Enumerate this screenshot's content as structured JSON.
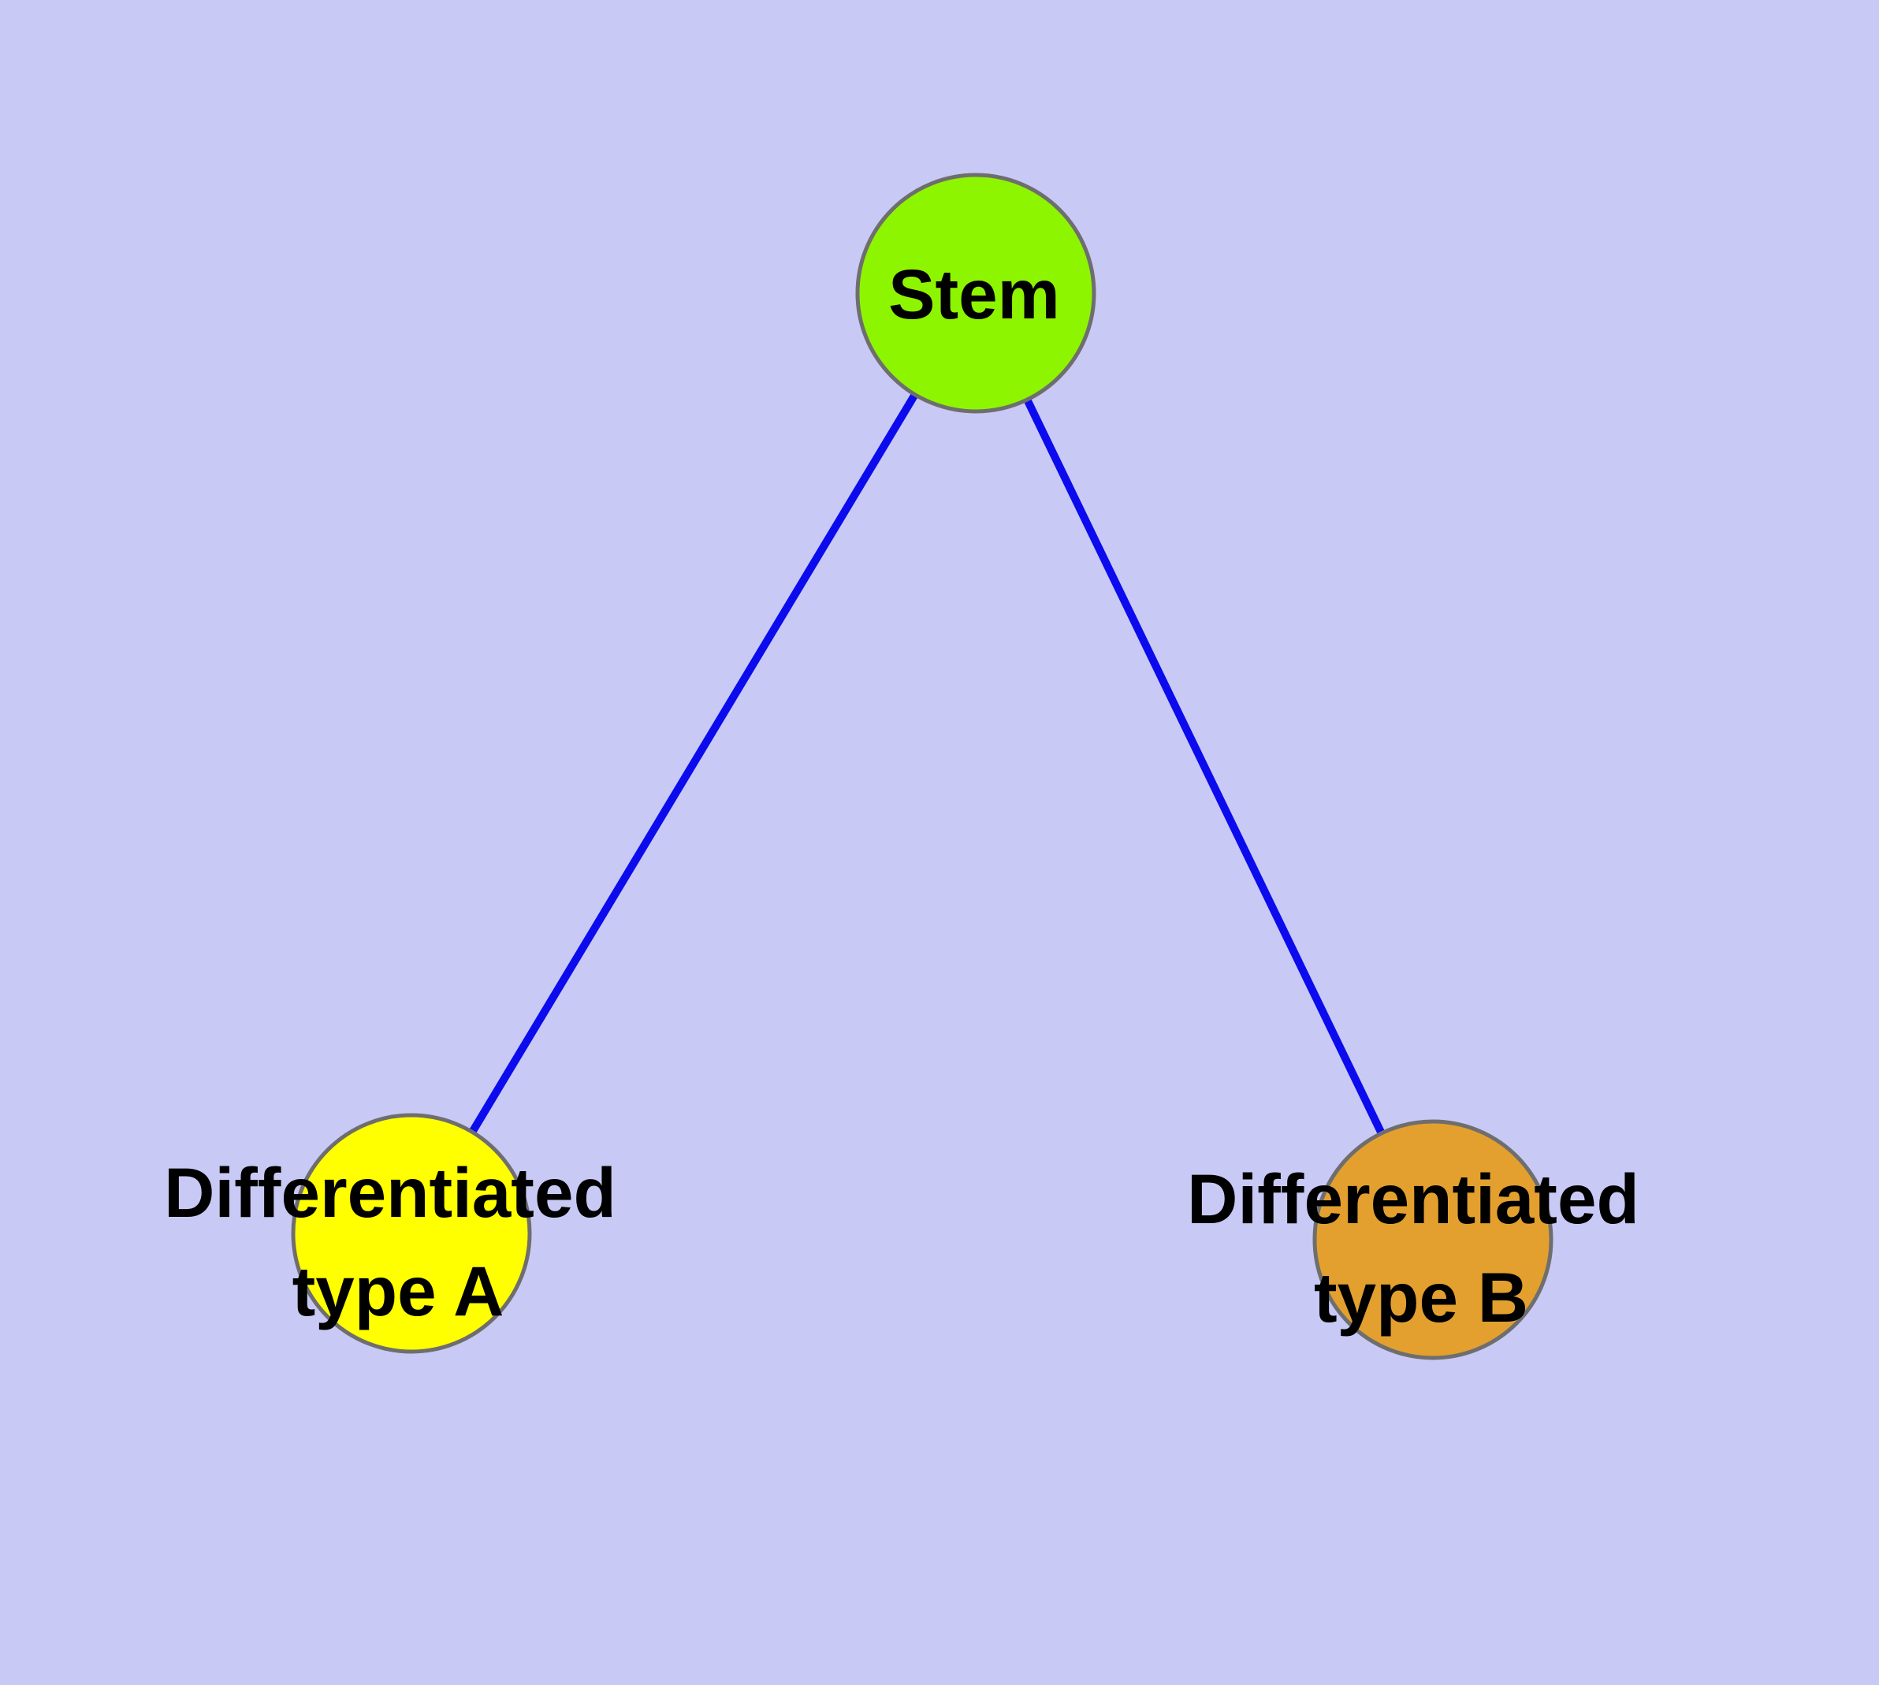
{
  "diagram": {
    "title": "",
    "background_color": "#C9C9F5",
    "edge_color": "#0B0BEE",
    "node_border_color": "#6E6E6E",
    "label_color": "#000000",
    "nodes": [
      {
        "id": "stem",
        "label_lines": [
          "Stem"
        ],
        "fill": "#8EF500"
      },
      {
        "id": "differentiated-type-a",
        "label_lines": [
          "Differentiated",
          "type A"
        ],
        "fill": "#FFFF00"
      },
      {
        "id": "differentiated-type-b",
        "label_lines": [
          "Differentiated",
          "type B"
        ],
        "fill": "#E3A02F"
      }
    ],
    "edges": [
      {
        "from": "stem",
        "to": "differentiated-type-a"
      },
      {
        "from": "stem",
        "to": "differentiated-type-b"
      }
    ]
  }
}
